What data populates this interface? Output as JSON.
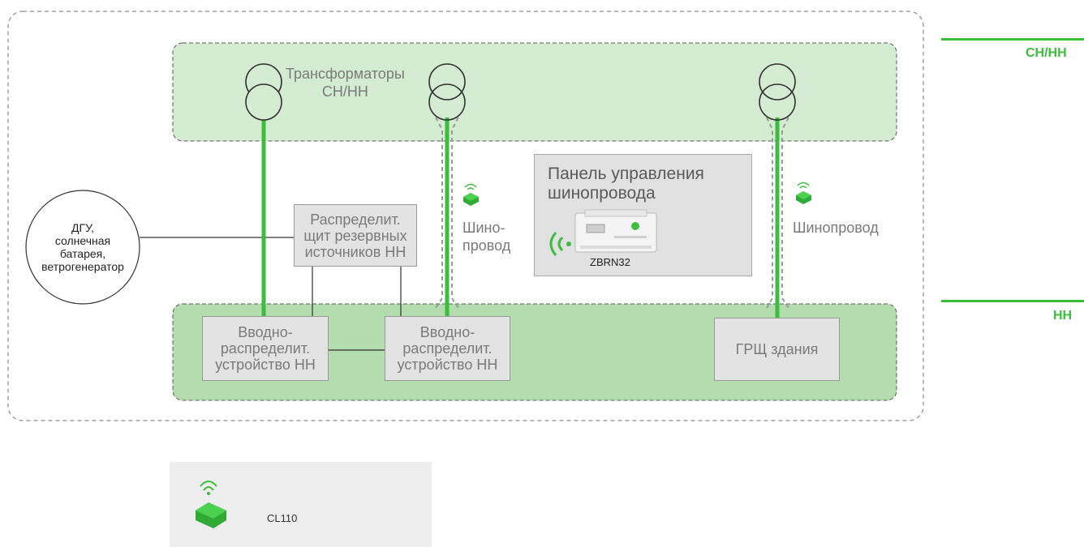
{
  "levels": {
    "mv_lv": "СН/НН",
    "lv": "НН"
  },
  "transformers_label": "Трансформаторы\nСН/НН",
  "generator_label": "ДГУ,\nсолнечная\nбатарея,\nветрогенератор",
  "backup_board_label": "Распределит.\nщит резервных\nисточников НН",
  "switchboard_1_label": "Вводно-\nраспределит.\nустройство НН",
  "switchboard_2_label": "Вводно-\nраспределит.\nустройство НН",
  "main_board_label": "ГРЩ здания",
  "busway_left_label": "Шино-\nпровод",
  "busway_right_label": "Шинопровод",
  "control_panel": {
    "title": "Панель управления\nшинопровода",
    "model": "ZBRN32"
  },
  "legend": {
    "label": "CL110"
  },
  "colors": {
    "accent_green": "#3dbd3d",
    "mv_zone_fill": "#d4ecd2",
    "lv_zone_fill": "#b3dcaf",
    "box_fill": "#e3e3e3"
  }
}
